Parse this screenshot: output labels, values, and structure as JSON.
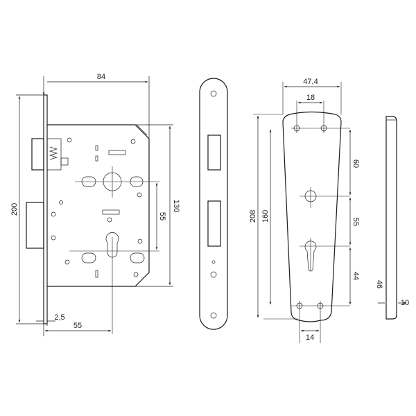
{
  "drawing": {
    "lock_body": {
      "width": "84",
      "height": "200",
      "case_height": "130",
      "centers": "55",
      "faceplate_offset": "2,5",
      "backset": "55"
    },
    "escutcheon": {
      "width": "47,4",
      "top_screw_spacing": "18",
      "total_height": "208",
      "screw_centers": "160",
      "upper_to_spindle": "60",
      "spindle_to_cylinder": "55",
      "cylinder_to_lower": "44",
      "bottom_screw_spacing": "14"
    },
    "side_view": {
      "width": "46",
      "thickness": "10"
    }
  }
}
